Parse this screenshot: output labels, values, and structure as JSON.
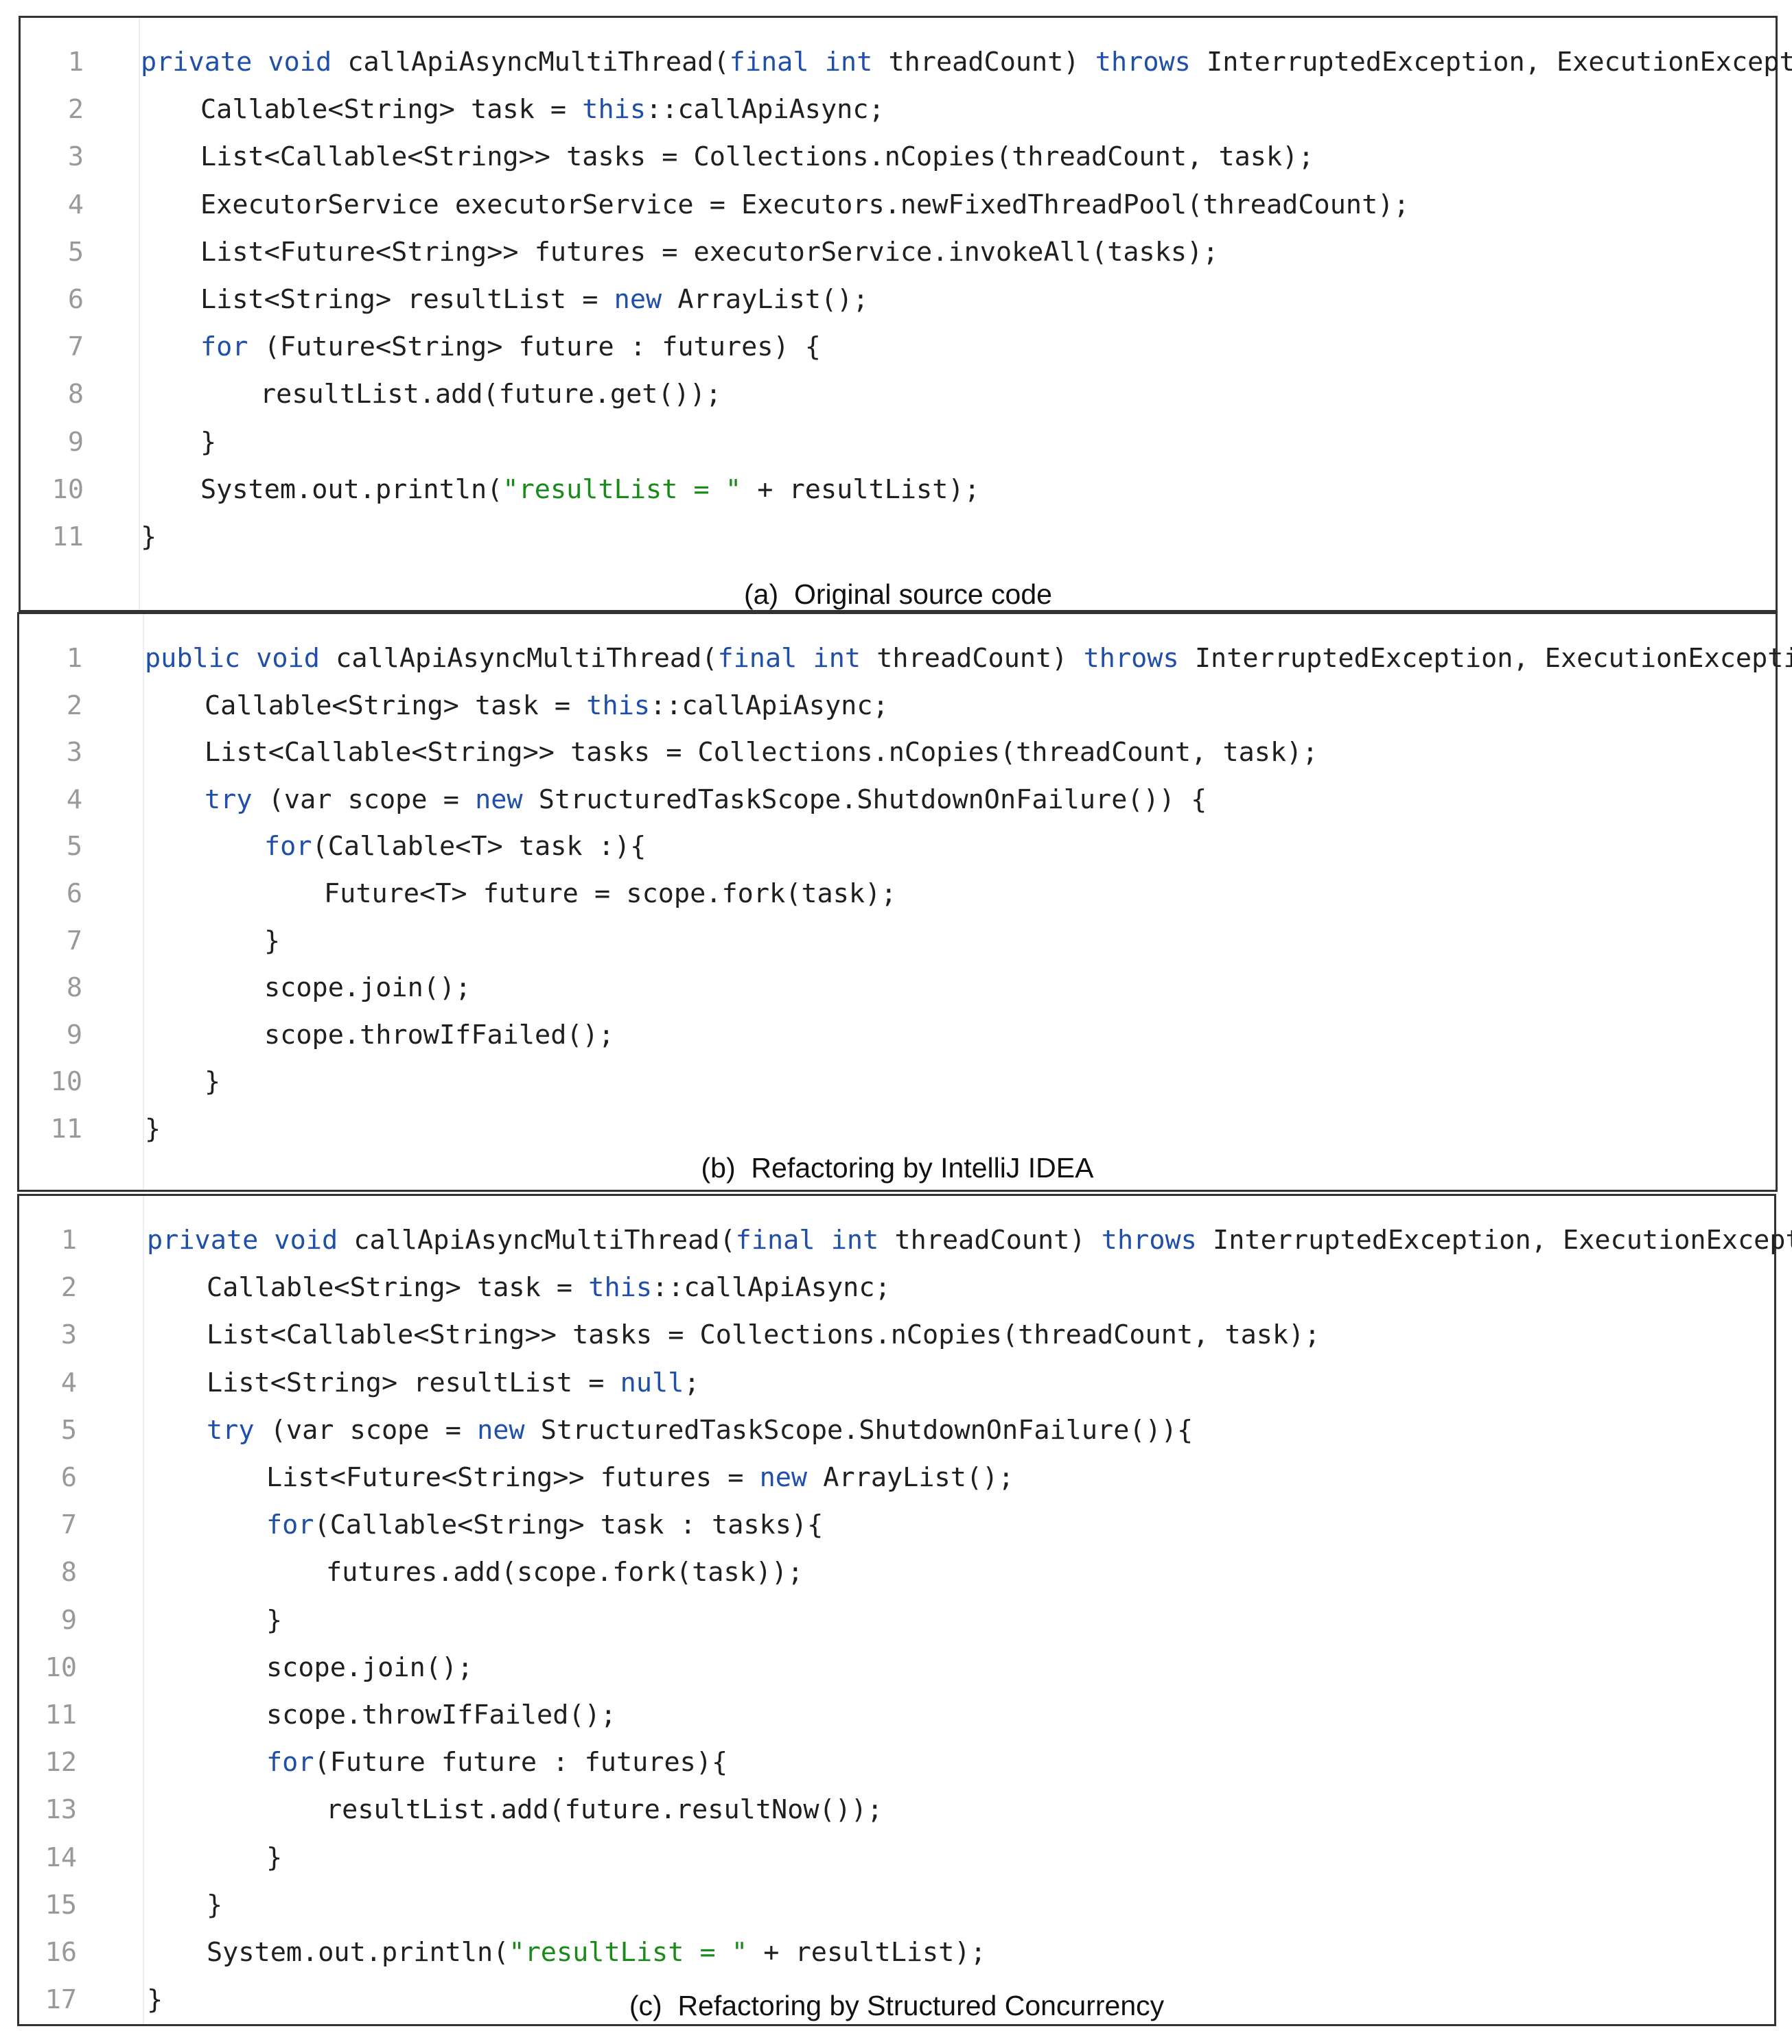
{
  "panels": [
    {
      "id": "a",
      "caption_label": "(a)",
      "caption_text": "Original source code",
      "lines": [
        {
          "num": "1",
          "indent": 0,
          "tokens": [
            [
              "private void",
              "kw"
            ],
            [
              " callApiAsyncMultiThread(",
              ""
            ],
            [
              "final int",
              "kw"
            ],
            [
              " threadCount) ",
              ""
            ],
            [
              "throws",
              "kw"
            ],
            [
              " InterruptedException, ExecutionException {",
              ""
            ]
          ]
        },
        {
          "num": "2",
          "indent": 1,
          "tokens": [
            [
              "Callable<String> task = ",
              ""
            ],
            [
              "this",
              "kw"
            ],
            [
              "::callApiAsync;",
              ""
            ]
          ]
        },
        {
          "num": "3",
          "indent": 1,
          "tokens": [
            [
              "List<Callable<String>> tasks = Collections.nCopies(threadCount, task);",
              ""
            ]
          ]
        },
        {
          "num": "4",
          "indent": 1,
          "tokens": [
            [
              "ExecutorService executorService = Executors.newFixedThreadPool(threadCount);",
              ""
            ]
          ]
        },
        {
          "num": "5",
          "indent": 1,
          "tokens": [
            [
              "List<Future<String>> futures = executorService.invokeAll(tasks);",
              ""
            ]
          ]
        },
        {
          "num": "6",
          "indent": 1,
          "tokens": [
            [
              "List<String> resultList = ",
              ""
            ],
            [
              "new",
              "kw"
            ],
            [
              " ArrayList();",
              ""
            ]
          ]
        },
        {
          "num": "7",
          "indent": 1,
          "tokens": [
            [
              "for",
              "kw"
            ],
            [
              " (Future<String> future : futures) {",
              ""
            ]
          ]
        },
        {
          "num": "8",
          "indent": 2,
          "tokens": [
            [
              "resultList.add(future.get());",
              ""
            ]
          ]
        },
        {
          "num": "9",
          "indent": 1,
          "tokens": [
            [
              "}",
              ""
            ]
          ]
        },
        {
          "num": "10",
          "indent": 1,
          "tokens": [
            [
              "System.out.println(",
              ""
            ],
            [
              "\"resultList = \"",
              "str"
            ],
            [
              " + resultList);",
              ""
            ]
          ]
        },
        {
          "num": "11",
          "indent": 0,
          "tokens": [
            [
              "}",
              ""
            ]
          ]
        }
      ]
    },
    {
      "id": "b",
      "caption_label": "(b)",
      "caption_text": "Refactoring by IntelliJ IDEA",
      "lines": [
        {
          "num": "1",
          "indent": 0,
          "tokens": [
            [
              "public void",
              "kw"
            ],
            [
              " callApiAsyncMultiThread(",
              ""
            ],
            [
              "final int",
              "kw"
            ],
            [
              " threadCount) ",
              ""
            ],
            [
              "throws",
              "kw"
            ],
            [
              " InterruptedException, ExecutionException {",
              ""
            ]
          ]
        },
        {
          "num": "2",
          "indent": 1,
          "tokens": [
            [
              "Callable<String> task = ",
              ""
            ],
            [
              "this",
              "kw"
            ],
            [
              "::callApiAsync;",
              ""
            ]
          ]
        },
        {
          "num": "3",
          "indent": 1,
          "tokens": [
            [
              "List<Callable<String>> tasks = Collections.nCopies(threadCount, task);",
              ""
            ]
          ]
        },
        {
          "num": "4",
          "indent": 1,
          "tokens": [
            [
              "try",
              "kw"
            ],
            [
              " (var scope = ",
              ""
            ],
            [
              "new",
              "kw"
            ],
            [
              " StructuredTaskScope.ShutdownOnFailure()) {",
              ""
            ]
          ]
        },
        {
          "num": "5",
          "indent": 2,
          "tokens": [
            [
              "for",
              "kw"
            ],
            [
              "(Callable<T> task :){",
              ""
            ]
          ]
        },
        {
          "num": "6",
          "indent": 3,
          "tokens": [
            [
              "Future<T> future = scope.fork(task);",
              ""
            ]
          ]
        },
        {
          "num": "7",
          "indent": 2,
          "tokens": [
            [
              "}",
              ""
            ]
          ]
        },
        {
          "num": "8",
          "indent": 2,
          "tokens": [
            [
              "scope.join();",
              ""
            ]
          ]
        },
        {
          "num": "9",
          "indent": 2,
          "tokens": [
            [
              "scope.throwIfFailed();",
              ""
            ]
          ]
        },
        {
          "num": "10",
          "indent": 1,
          "tokens": [
            [
              "}",
              ""
            ]
          ]
        },
        {
          "num": "11",
          "indent": 0,
          "tokens": [
            [
              "}",
              ""
            ]
          ]
        }
      ]
    },
    {
      "id": "c",
      "caption_label": "(c)",
      "caption_text": "Refactoring by Structured Concurrency",
      "lines": [
        {
          "num": "1",
          "indent": 0,
          "tokens": [
            [
              "private void",
              "kw"
            ],
            [
              " callApiAsyncMultiThread(",
              ""
            ],
            [
              "final int",
              "kw"
            ],
            [
              " threadCount) ",
              ""
            ],
            [
              "throws",
              "kw"
            ],
            [
              " InterruptedException, ExecutionException {",
              ""
            ]
          ]
        },
        {
          "num": "2",
          "indent": 1,
          "tokens": [
            [
              "Callable<String> task = ",
              ""
            ],
            [
              "this",
              "kw"
            ],
            [
              "::callApiAsync;",
              ""
            ]
          ]
        },
        {
          "num": "3",
          "indent": 1,
          "tokens": [
            [
              "List<Callable<String>> tasks = Collections.nCopies(threadCount, task);",
              ""
            ]
          ]
        },
        {
          "num": "4",
          "indent": 1,
          "tokens": [
            [
              "List<String> resultList = ",
              ""
            ],
            [
              "null",
              "kw"
            ],
            [
              ";",
              ""
            ]
          ]
        },
        {
          "num": "5",
          "indent": 1,
          "tokens": [
            [
              "try",
              "kw"
            ],
            [
              " (var scope = ",
              ""
            ],
            [
              "new",
              "kw"
            ],
            [
              " StructuredTaskScope.ShutdownOnFailure()){",
              ""
            ]
          ]
        },
        {
          "num": "6",
          "indent": 2,
          "tokens": [
            [
              "List<Future<String>> futures = ",
              ""
            ],
            [
              "new",
              "kw"
            ],
            [
              " ArrayList();",
              ""
            ]
          ]
        },
        {
          "num": "7",
          "indent": 2,
          "tokens": [
            [
              "for",
              "kw"
            ],
            [
              "(Callable<String> task : tasks){",
              ""
            ]
          ]
        },
        {
          "num": "8",
          "indent": 3,
          "tokens": [
            [
              "futures.add(scope.fork(task));",
              ""
            ]
          ]
        },
        {
          "num": "9",
          "indent": 2,
          "tokens": [
            [
              "}",
              ""
            ]
          ]
        },
        {
          "num": "10",
          "indent": 2,
          "tokens": [
            [
              "scope.join();",
              ""
            ]
          ]
        },
        {
          "num": "11",
          "indent": 2,
          "tokens": [
            [
              "scope.throwIfFailed();",
              ""
            ]
          ]
        },
        {
          "num": "12",
          "indent": 2,
          "tokens": [
            [
              "for",
              "kw"
            ],
            [
              "(Future future : futures){",
              ""
            ]
          ]
        },
        {
          "num": "13",
          "indent": 3,
          "tokens": [
            [
              "resultList.add(future.resultNow());",
              ""
            ]
          ]
        },
        {
          "num": "14",
          "indent": 2,
          "tokens": [
            [
              "}",
              ""
            ]
          ]
        },
        {
          "num": "15",
          "indent": 1,
          "tokens": [
            [
              "}",
              ""
            ]
          ]
        },
        {
          "num": "16",
          "indent": 1,
          "tokens": [
            [
              "System.out.println(",
              ""
            ],
            [
              "\"resultList = \"",
              "str"
            ],
            [
              " + resultList);",
              ""
            ]
          ]
        },
        {
          "num": "17",
          "indent": 0,
          "tokens": [
            [
              "}",
              ""
            ]
          ]
        }
      ]
    }
  ]
}
